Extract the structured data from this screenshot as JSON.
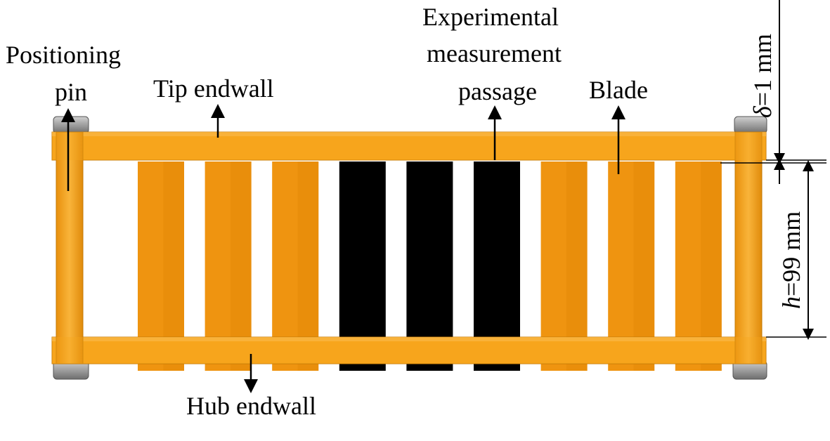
{
  "labels": {
    "positioning_pin_line1": "Positioning",
    "positioning_pin_line2": "pin",
    "tip_endwall": "Tip endwall",
    "experimental_line1": "Experimental",
    "experimental_line2": "measurement",
    "experimental_line3": "passage",
    "blade": "Blade",
    "hub_endwall": "Hub endwall",
    "delta_symbol": "δ",
    "delta_value": "=1 mm",
    "h_symbol": "h",
    "h_value": "=99 mm"
  },
  "colors": {
    "endwall": "#f7a51c",
    "blade_orange": "#ef9410",
    "blade_measurement": "#000000",
    "bolt": "#9a9a9a"
  },
  "blades": [
    {
      "kind": "orange"
    },
    {
      "kind": "orange"
    },
    {
      "kind": "orange"
    },
    {
      "kind": "measurement"
    },
    {
      "kind": "measurement"
    },
    {
      "kind": "measurement"
    },
    {
      "kind": "orange"
    },
    {
      "kind": "orange"
    },
    {
      "kind": "orange"
    }
  ]
}
